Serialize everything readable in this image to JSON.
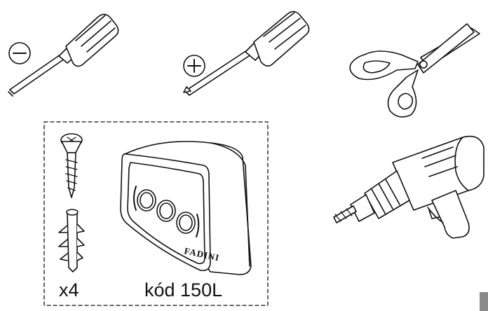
{
  "kit_box": {
    "quantity_label": "x4",
    "code_label": "kód 150L",
    "brand_text": "FADINI"
  },
  "tool_icons": [
    "flathead-screwdriver-icon",
    "phillips-screwdriver-icon",
    "scissors-icon",
    "power-drill-icon",
    "screw-icon",
    "wall-plug-icon",
    "keypad-receiver-icon"
  ],
  "colors": {
    "line": "#111111",
    "background": "#ffffff",
    "corner_tab": "#8a8a8a"
  }
}
